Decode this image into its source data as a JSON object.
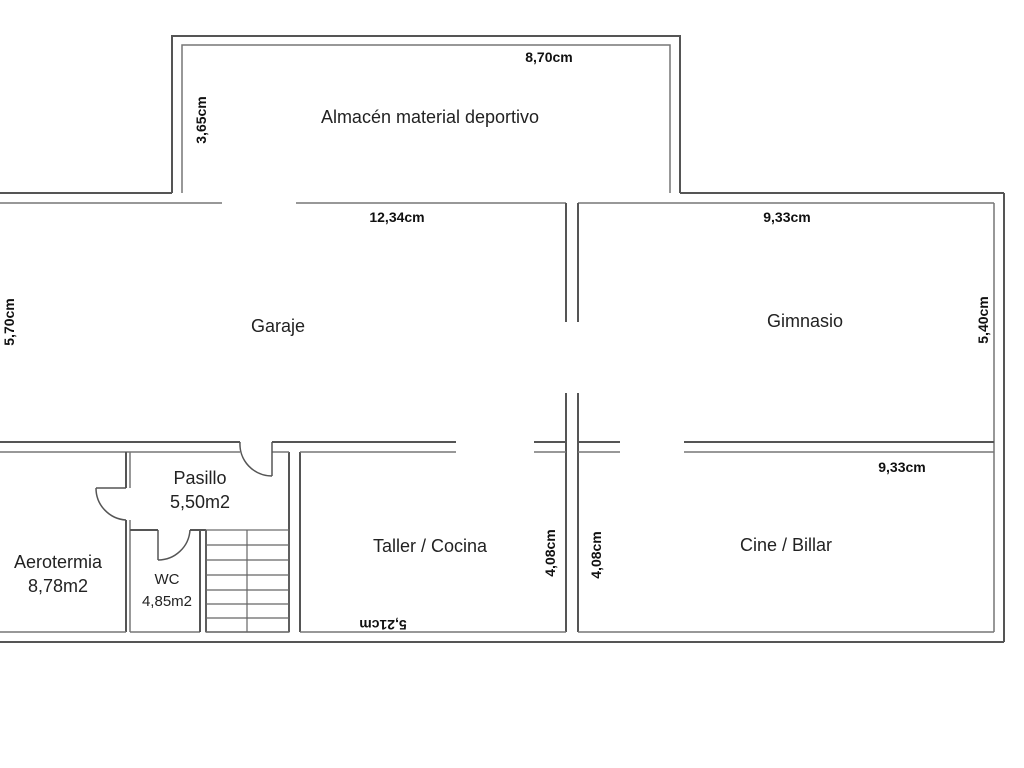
{
  "rooms": {
    "almacen": "Almacén material deportivo",
    "garaje": "Garaje",
    "gimnasio": "Gimnasio",
    "pasillo": "Pasillo",
    "pasillo_area": "5,50m2",
    "aerotermia": "Aerotermia",
    "aerotermia_area": "8,78m2",
    "wc": "WC",
    "wc_area": "4,85m2",
    "taller": "Taller / Cocina",
    "cine": "Cine / Billar"
  },
  "dimensions": {
    "almacen_width": "8,70cm",
    "almacen_height": "3,65cm",
    "garaje_width": "12,34cm",
    "garaje_height": "5,70cm",
    "gimnasio_width": "9,33cm",
    "gimnasio_height": "5,40cm",
    "cine_width": "9,33cm",
    "taller_height": "4,08cm",
    "cine_height": "4,08cm",
    "taller_width": "5,21cm"
  }
}
